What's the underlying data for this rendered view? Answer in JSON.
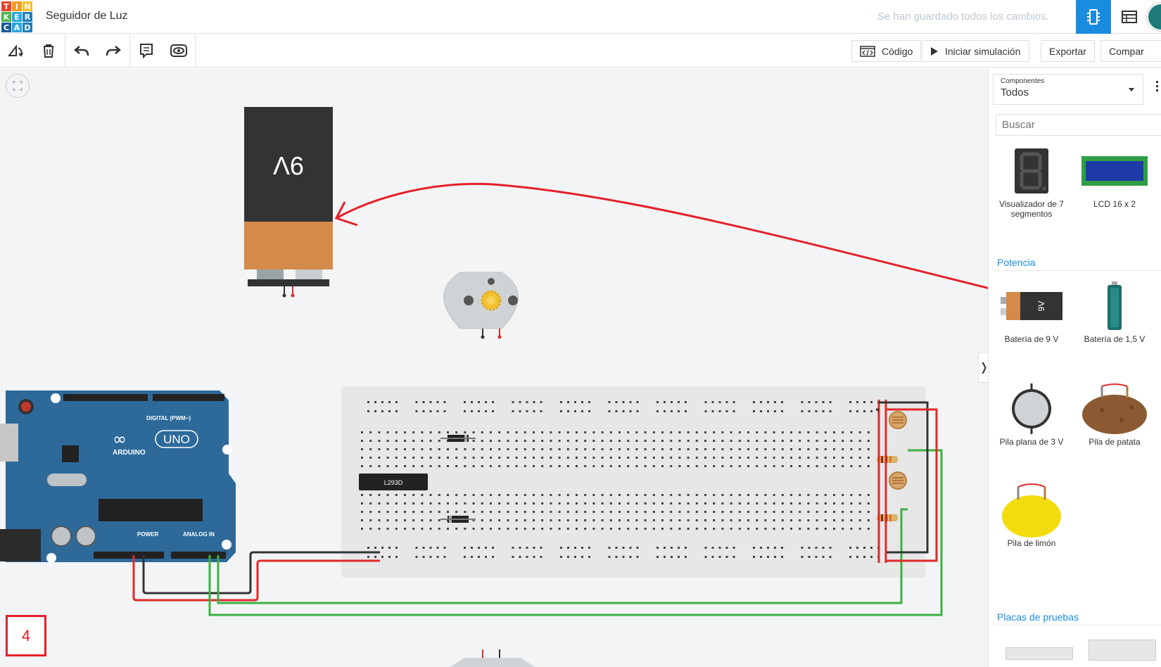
{
  "header": {
    "logo_letters": [
      "T",
      "I",
      "N",
      "K",
      "E",
      "R",
      "C",
      "A",
      "D"
    ],
    "title": "Seguidor de Luz",
    "saved_status": "Se han guardado todos los cambios."
  },
  "toolbar": {
    "code_label": "Código",
    "simulate_label": "Iniciar simulación",
    "export_label": "Exportar",
    "share_label": "Compar"
  },
  "canvas": {
    "battery_label": "9V",
    "chip_label": "L293D",
    "arduino_brand": "ARDUINO",
    "arduino_model": "UNO",
    "arduino_digital": "DIGITAL (PWM~)",
    "arduino_power": "POWER",
    "arduino_analog": "ANALOG IN",
    "step_number": "4"
  },
  "panel": {
    "components_small": "Componentes",
    "components_value": "Todos",
    "search_placeholder": "Buscar",
    "items_top": [
      {
        "label": "Visualizador de 7 segmentos"
      },
      {
        "label": "LCD 16 x 2"
      }
    ],
    "section_power": "Potencia",
    "items_power": [
      {
        "label": "Batería de 9 V"
      },
      {
        "label": "Batería de 1,5 V"
      },
      {
        "label": "Pila plana de 3 V"
      },
      {
        "label": "Pila de patata"
      },
      {
        "label": "Pila de limón"
      }
    ],
    "section_boards": "Placas de pruebas"
  },
  "colors": {
    "accent": "#1a8ce0",
    "annotation_red": "#e5202a",
    "wire_red": "#e02a2a",
    "wire_black": "#333333",
    "wire_green": "#3cb043",
    "arduino_blue": "#2d6a9a"
  }
}
